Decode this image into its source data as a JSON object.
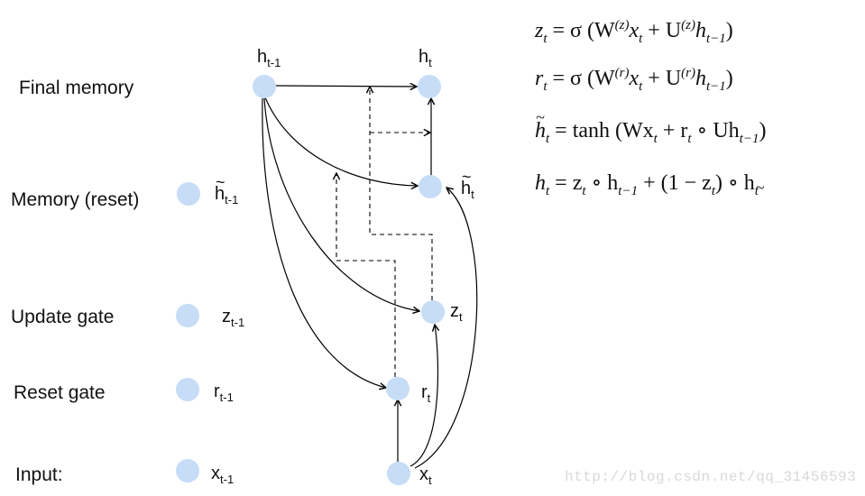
{
  "rows": {
    "final_memory": "Final memory",
    "memory_reset": "Memory (reset)",
    "update_gate": "Update gate",
    "reset_gate": "Reset gate",
    "input": "Input:"
  },
  "nodes": {
    "h_prev": {
      "base": "h",
      "sub": "t-1"
    },
    "h_t": {
      "base": "h",
      "sub": "t"
    },
    "htilde_prev": {
      "base": "h",
      "sub": "t-1"
    },
    "htilde_t": {
      "base": "h",
      "sub": "t"
    },
    "z_prev": {
      "base": "z",
      "sub": "t-1"
    },
    "z_t": {
      "base": "z",
      "sub": "t"
    },
    "r_prev": {
      "base": "r",
      "sub": "t-1"
    },
    "r_t": {
      "base": "r",
      "sub": "t"
    },
    "x_prev": {
      "base": "x",
      "sub": "t-1"
    },
    "x_t": {
      "base": "x",
      "sub": "t"
    }
  },
  "equations": {
    "z": {
      "lhs": "z",
      "lhs_sub": "t",
      "sigma": "= σ (W",
      "sup1": "(z)",
      "mid": "x",
      "sub_x": "t",
      "plus": " + U",
      "sup2": "(z)",
      "h": "h",
      "sub_h": "t−1",
      "close": ")"
    },
    "r": {
      "lhs": "r",
      "lhs_sub": "t",
      "sigma": "= σ (W",
      "sup1": "(r)",
      "mid": "x",
      "sub_x": "t",
      "plus": " + U",
      "sup2": "(r)",
      "h": "h",
      "sub_h": "t−1",
      "close": ")"
    },
    "htilde": {
      "lhs": "h",
      "lhs_sub": "t",
      "rhs": "= tanh (Wx",
      "sub_x": "t",
      "plus": " + r",
      "sub_r": "t",
      "circ": " ∘ Uh",
      "sub_h": "t−1",
      "close": ")"
    },
    "h": {
      "lhs": "h",
      "lhs_sub": "t",
      "rhs": "= z",
      "sub_z": "t",
      "circ": " ∘ h",
      "sub_h": "t−1",
      "plus": " + (1 − z",
      "sub_z2": "t",
      "close": ") ∘ h",
      "sub_last": "t"
    }
  },
  "watermark": "http://blog.csdn.net/qq_31456593",
  "colors": {
    "node_fill": "#c6dcf7",
    "line": "#000000",
    "watermark": "#d8d8d8"
  }
}
